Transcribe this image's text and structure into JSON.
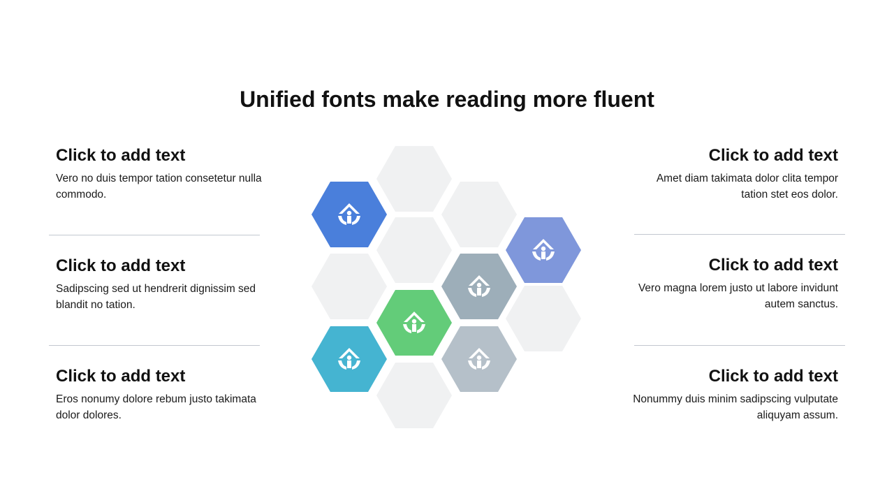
{
  "title": "Unified fonts make reading more fluent",
  "left_items": [
    {
      "heading": "Click to add text",
      "body": "Vero no duis tempor tation consetetur nulla commodo."
    },
    {
      "heading": "Click to add text",
      "body": "Sadipscing sed ut hendrerit dignissim sed blandit no tation."
    },
    {
      "heading": "Click to add text",
      "body": "Eros nonumy dolore rebum justo takimata dolor dolores."
    }
  ],
  "right_items": [
    {
      "heading": "Click to add text",
      "body": "Amet diam takimata dolor clita tempor tation stet eos dolor."
    },
    {
      "heading": "Click to add text",
      "body": "Vero magna lorem justo ut labore invidunt autem sanctus."
    },
    {
      "heading": "Click to add text",
      "body": "Nonummy duis minim sadipscing vulputate aliquyam assum."
    }
  ],
  "colors": {
    "blue": "#4a7fdb",
    "periwinkle": "#7f97db",
    "slate": "#9daeb9",
    "green": "#63cc79",
    "teal": "#45b4d1",
    "light_slate": "#b5c0c9",
    "empty": "#f0f1f2"
  },
  "icons": [
    "house-hands-icon"
  ]
}
